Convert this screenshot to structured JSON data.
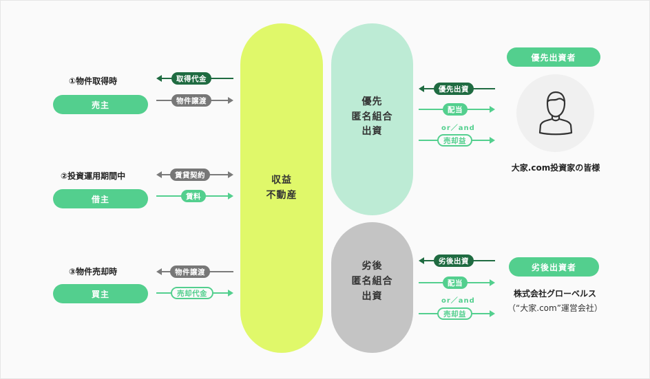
{
  "stages": [
    {
      "title": "①物件取得時",
      "role": "売主",
      "flows": [
        {
          "label": "取得代金",
          "direction": "left",
          "style": "dark"
        },
        {
          "label": "物件譲渡",
          "direction": "right",
          "style": "gray"
        }
      ]
    },
    {
      "title": "②投資運用期間中",
      "role": "借主",
      "flows": [
        {
          "label": "賃貸契約",
          "direction": "both",
          "style": "gray"
        },
        {
          "label": "賃料",
          "direction": "right",
          "style": "green"
        }
      ]
    },
    {
      "title": "③物件売却時",
      "role": "買主",
      "flows": [
        {
          "label": "物件譲渡",
          "direction": "left",
          "style": "gray"
        },
        {
          "label": "売却代金",
          "direction": "right",
          "style": "outline"
        }
      ]
    }
  ],
  "property": {
    "lines": [
      "収益",
      "不動産"
    ],
    "color": "#e0f86a"
  },
  "senior": {
    "lines": [
      "優先",
      "匿名組合",
      "出資"
    ],
    "color": "#bdebd5",
    "flows": [
      {
        "label": "優先出資",
        "direction": "left",
        "style": "dark"
      },
      {
        "label": "配当",
        "direction": "right",
        "style": "green"
      },
      {
        "label": "売却益",
        "direction": "right",
        "style": "outline"
      }
    ],
    "connector": "or／and",
    "investor": {
      "badge": "優先出資者",
      "icon": "person-icon",
      "name": "大家.com投資家の皆様"
    }
  },
  "subordinate": {
    "lines": [
      "劣後",
      "匿名組合",
      "出資"
    ],
    "color": "#c4c4c4",
    "flows": [
      {
        "label": "劣後出資",
        "direction": "left",
        "style": "dark"
      },
      {
        "label": "配当",
        "direction": "right",
        "style": "green"
      },
      {
        "label": "売却益",
        "direction": "right",
        "style": "outline"
      }
    ],
    "connector": "or／and",
    "investor": {
      "badge": "劣後出資者",
      "name": "株式会社グローベルス",
      "sub": "（“大家.com”運営会社）"
    }
  },
  "colors": {
    "green": "#53cf8e",
    "dark_green": "#1f6b41",
    "gray": "#777777",
    "background": "#fafafa"
  }
}
